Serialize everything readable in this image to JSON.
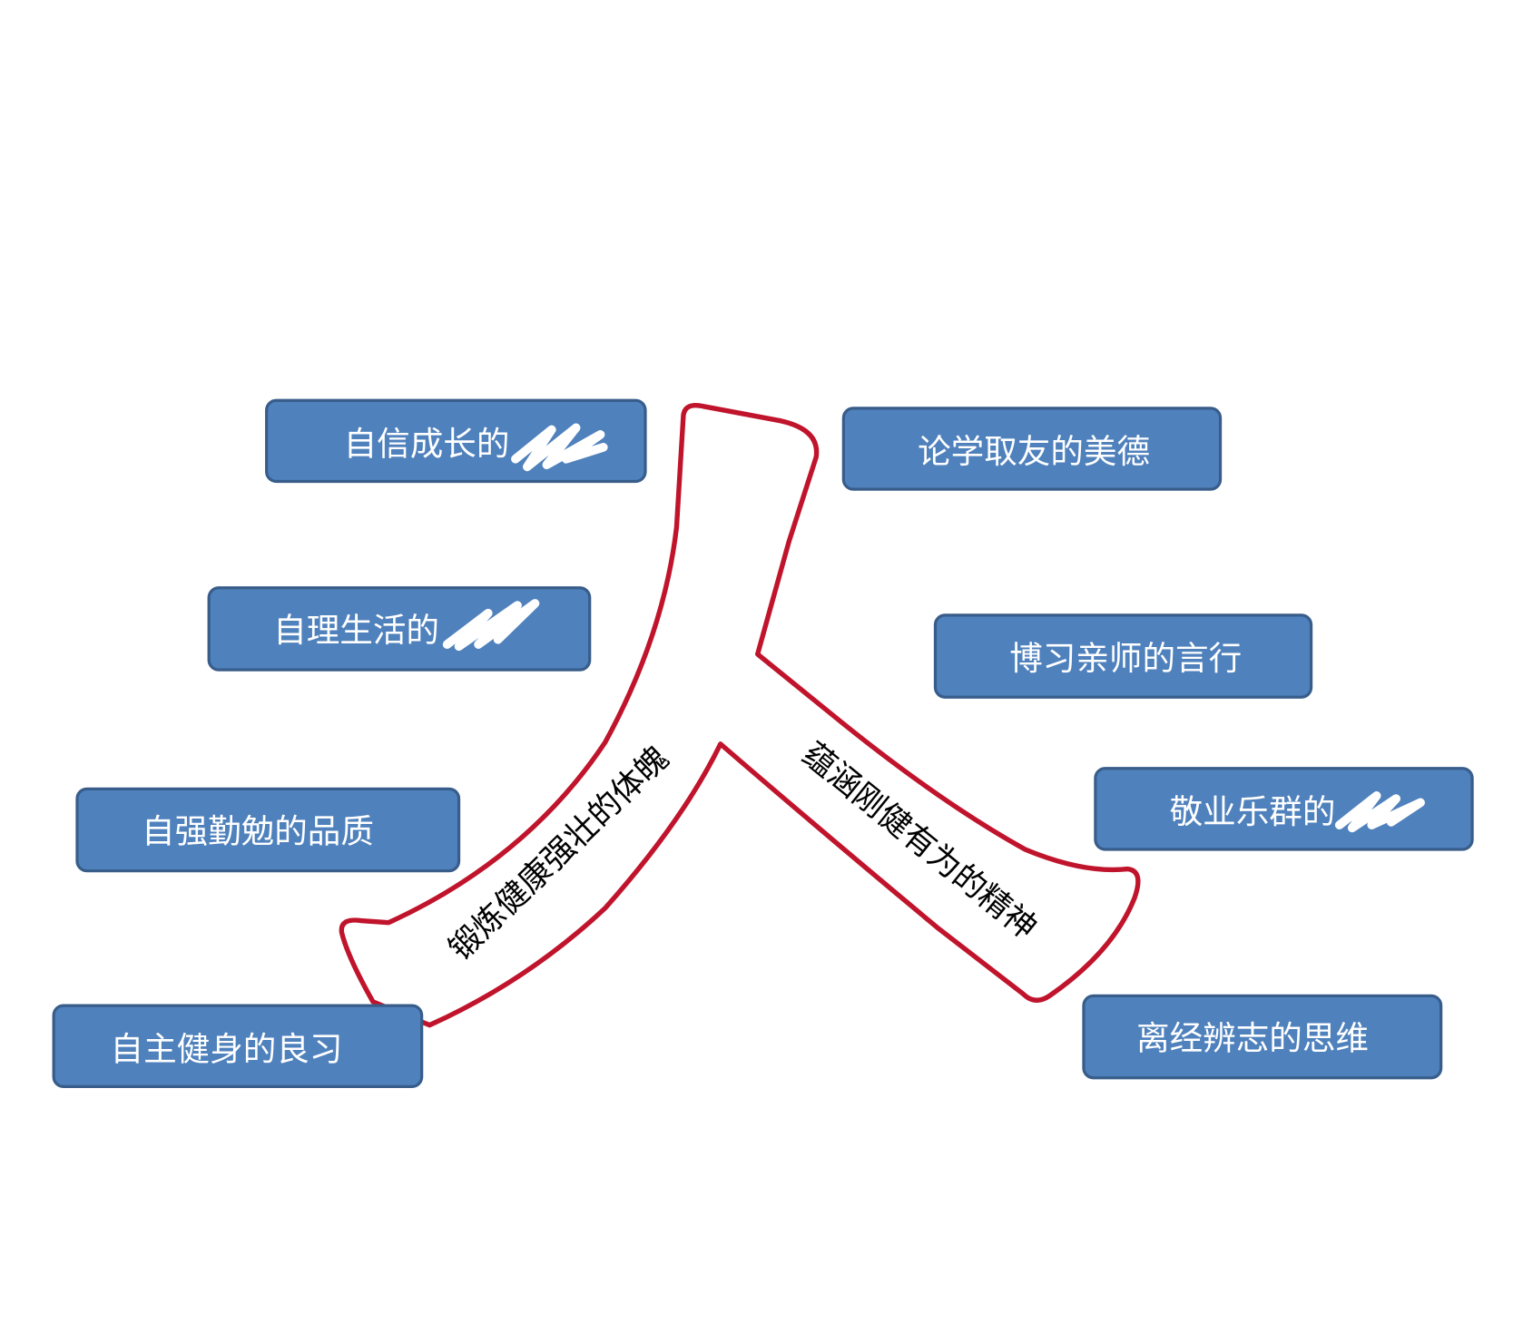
{
  "center_shape": {
    "character": "人",
    "outline_color": "#c0142c",
    "left_stroke_label": "锻炼健康强壮的体魄",
    "right_stroke_label": "蕴涵刚健有为的精神"
  },
  "left_boxes": [
    {
      "label": "自信成长的",
      "obscured": true
    },
    {
      "label": "自理生活的",
      "obscured": true
    },
    {
      "label": "自强勤勉的品质"
    },
    {
      "label": "自主健身的良习"
    }
  ],
  "right_boxes": [
    {
      "label": "论学取友的美德"
    },
    {
      "label": "博习亲师的言行"
    },
    {
      "label": "敬业乐群的",
      "obscured": true
    },
    {
      "label": "离经辨志的思维"
    }
  ],
  "colors": {
    "box_fill": "#4f81bd",
    "box_border": "#385d8a",
    "outline": "#c0142c"
  }
}
